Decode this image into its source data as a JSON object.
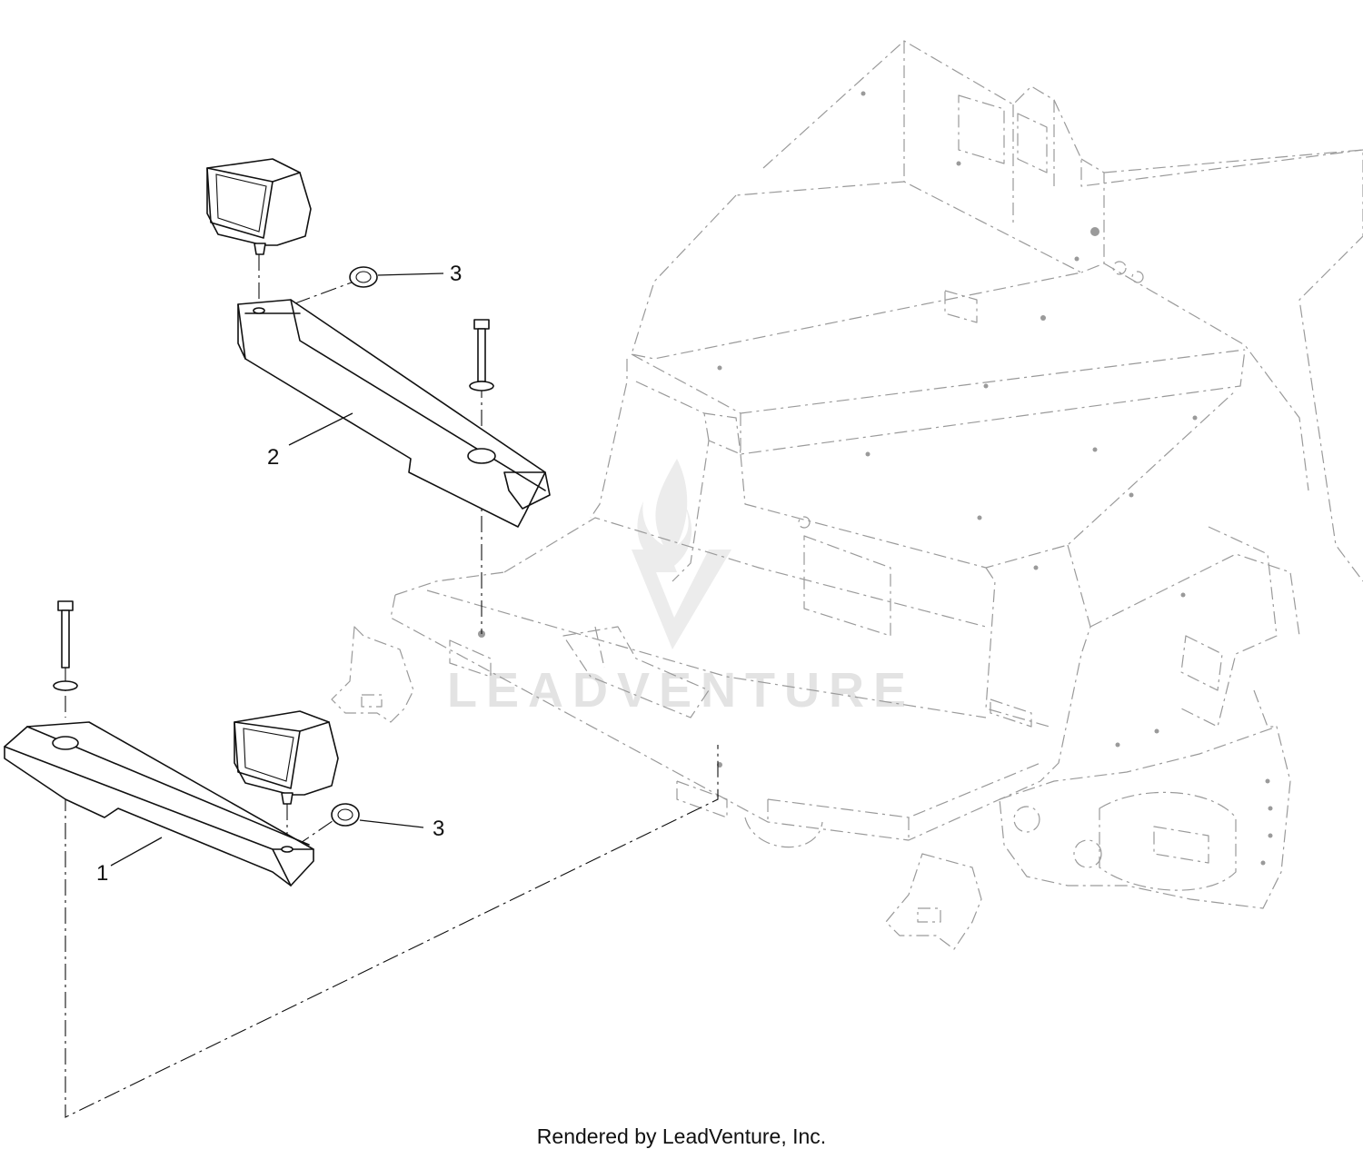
{
  "diagram": {
    "callouts": [
      {
        "id": "callout-3-top",
        "label": "3"
      },
      {
        "id": "callout-2",
        "label": "2"
      },
      {
        "id": "callout-1",
        "label": "1"
      },
      {
        "id": "callout-3-bottom",
        "label": "3"
      }
    ],
    "watermark": "LEADVENTURE"
  },
  "footer": {
    "text": "Rendered by LeadVenture, Inc."
  },
  "colors": {
    "line": "#111111",
    "ghost": "#9a9a9a",
    "watermark": "#e3e3e3"
  }
}
